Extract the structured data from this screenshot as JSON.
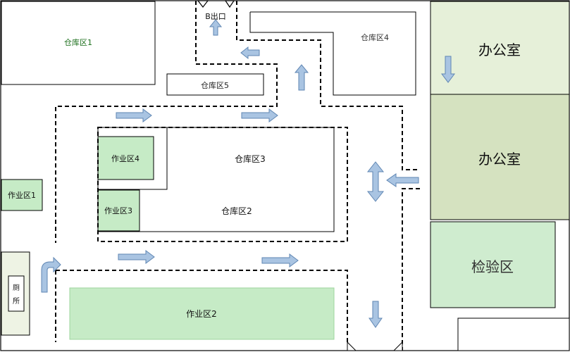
{
  "labels": {
    "warehouse1": "仓库区1",
    "warehouse2": "仓库区2",
    "warehouse3": "仓库区3",
    "warehouse4": "仓库区4",
    "warehouse5": "仓库区5",
    "work1": "作业区1",
    "work2": "作业区2",
    "work3": "作业区3",
    "work4": "作业区4",
    "exit_b": "B出口",
    "office_top": "办公室",
    "office_mid": "办公室",
    "inspection": "检验区",
    "toilet_1": "厕",
    "toilet_2": "所"
  },
  "colors": {
    "green_zone": "#c6ebc6",
    "green_text": "#1b6e1b",
    "office_top_fill": "#e6f0d9",
    "office_mid_fill": "#d5e2c0",
    "inspection_fill": "#cfeccf",
    "arrow_fill": "#a9c4e2",
    "arrow_stroke": "#5f86b3",
    "outline": "#000000"
  },
  "icons": {
    "flow_arrows": "arrow-icon"
  }
}
